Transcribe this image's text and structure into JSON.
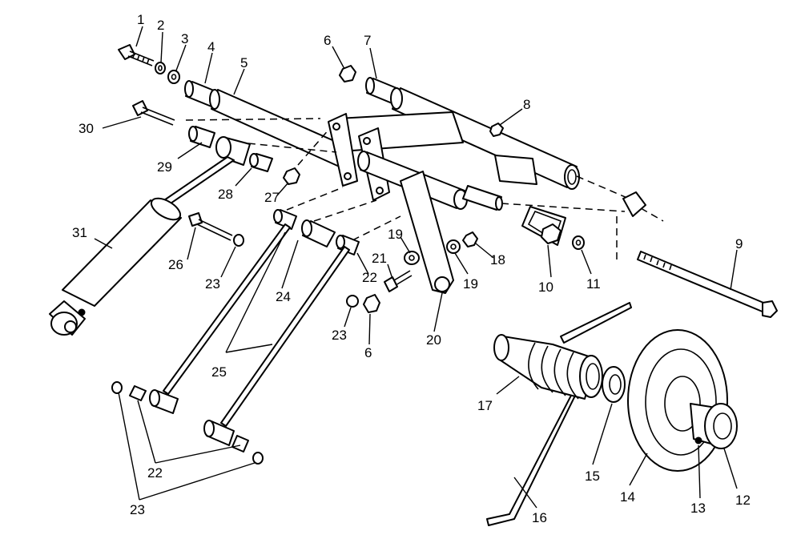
{
  "callouts": [
    {
      "id": "c1",
      "text": "1"
    },
    {
      "id": "c2",
      "text": "2"
    },
    {
      "id": "c3",
      "text": "3"
    },
    {
      "id": "c4",
      "text": "4"
    },
    {
      "id": "c5",
      "text": "5"
    },
    {
      "id": "c6a",
      "text": "6"
    },
    {
      "id": "c7",
      "text": "7"
    },
    {
      "id": "c8",
      "text": "8"
    },
    {
      "id": "c30",
      "text": "30"
    },
    {
      "id": "c29",
      "text": "29"
    },
    {
      "id": "c28",
      "text": "28"
    },
    {
      "id": "c27",
      "text": "27"
    },
    {
      "id": "c9",
      "text": "9"
    },
    {
      "id": "c31",
      "text": "31"
    },
    {
      "id": "c26",
      "text": "26"
    },
    {
      "id": "c19a",
      "text": "19"
    },
    {
      "id": "c21",
      "text": "21"
    },
    {
      "id": "c22a",
      "text": "22"
    },
    {
      "id": "c18",
      "text": "18"
    },
    {
      "id": "c19b",
      "text": "19"
    },
    {
      "id": "c10",
      "text": "10"
    },
    {
      "id": "c11",
      "text": "11"
    },
    {
      "id": "c23a",
      "text": "23"
    },
    {
      "id": "c24",
      "text": "24"
    },
    {
      "id": "c23b",
      "text": "23"
    },
    {
      "id": "c6b",
      "text": "6"
    },
    {
      "id": "c20",
      "text": "20"
    },
    {
      "id": "c25",
      "text": "25"
    },
    {
      "id": "c17",
      "text": "17"
    },
    {
      "id": "c15",
      "text": "15"
    },
    {
      "id": "c14",
      "text": "14"
    },
    {
      "id": "c13",
      "text": "13"
    },
    {
      "id": "c12",
      "text": "12"
    },
    {
      "id": "c16",
      "text": "16"
    },
    {
      "id": "c22b",
      "text": "22"
    },
    {
      "id": "c23c",
      "text": "23"
    }
  ]
}
